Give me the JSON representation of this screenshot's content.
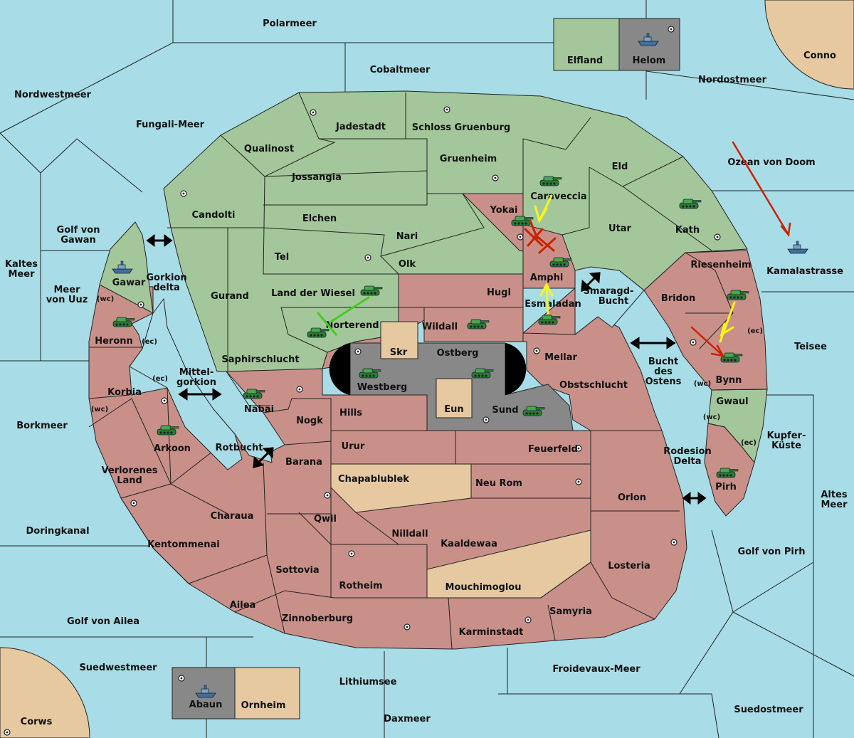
{
  "colors": {
    "sea": "#a8dce6",
    "green": "#a3c79b",
    "red": "#c99089",
    "tan": "#e6c9a0",
    "grey": "#888888",
    "black": "#000000",
    "tank": "#3c9a3c",
    "ship": "#406f9c",
    "order_red": "#cc2200",
    "order_yellow": "#f6f61a",
    "order_green": "#44cc22"
  },
  "seas": {
    "polarmeer": "Polarmeer",
    "cobaltmeer": "Cobaltmeer",
    "nordostmeer": "Nordostmeer",
    "nordwestmeer": "Nordwestmeer",
    "fungali": "Fungali-Meer",
    "ozean_doom": "Ozean von Doom",
    "kamalastrasse": "Kamalastrasse",
    "golf_gawan_1": "Golf von",
    "golf_gawan_2": "Gawan",
    "kaltes_1": "Kaltes",
    "kaltes_2": "Meer",
    "meer_uuz_1": "Meer",
    "meer_uuz_2": "von Uuz",
    "gorkion_1": "Gorkion",
    "gorkion_2": "delta",
    "smaragd_1": "Smaragd-",
    "smaragd_2": "Bucht",
    "teisee": "Teisee",
    "bucht_1": "Bucht",
    "bucht_2": "des",
    "bucht_3": "Ostens",
    "mittel_1": "Mittel-",
    "mittel_2": "gorkion",
    "borkmeer": "Borkmeer",
    "kupfer_1": "Kupfer-",
    "kupfer_2": "Küste",
    "rotbucht": "Rotbucht",
    "rodesion_1": "Rodesion",
    "rodesion_2": "Delta",
    "altes_1": "Altes",
    "altes_2": "Meer",
    "doringkanal": "Doringkanal",
    "golf_pirh": "Golf von Pirh",
    "golf_ailea": "Golf von Ailea",
    "suedwestmeer": "Suedwestmeer",
    "lithiumsee": "Lithiumsee",
    "froidevaux": "Froidevaux-Meer",
    "daxmeer": "Daxmeer",
    "suedostmeer": "Suedostmeer"
  },
  "lands": {
    "conno": "Conno",
    "corws": "Corws",
    "elfland": "Elfland",
    "helom": "Helom",
    "abaun": "Abaun",
    "ornheim": "Ornheim",
    "jadestadt": "Jadestadt",
    "schloss": "Schloss Gruenburg",
    "qualinost": "Qualinost",
    "gruenheim": "Gruenheim",
    "eld": "Eld",
    "jossangia": "Jossangia",
    "caraveccia": "Caraveccia",
    "candolti": "Candolti",
    "yokai": "Yokai",
    "elchen": "Elchen",
    "kath": "Kath",
    "nari": "Nari",
    "utar": "Utar",
    "tel": "Tel",
    "olk": "Olk",
    "amphi": "Amphi",
    "riesenheim": "Riesenheim",
    "gawar": "Gawar",
    "gurand": "Gurand",
    "land_wiesel": "Land der Wiesel",
    "hugl": "Hugl",
    "bridon": "Bridon",
    "esmaladan": "Esmaladan",
    "heronn": "Heronn",
    "norterend": "Norterend",
    "wildall": "Wildall",
    "skr": "Skr",
    "ostberg": "Ostberg",
    "mellar": "Mellar",
    "saphirschlucht": "Saphirschlucht",
    "bynn": "Bynn",
    "westberg": "Westberg",
    "korbia": "Korbia",
    "obstschlucht": "Obstschlucht",
    "gwaul": "Gwaul",
    "nabai": "Nabai",
    "hills": "Hills",
    "eun": "Eun",
    "sund": "Sund",
    "nogk": "Nogk",
    "arkoon": "Arkoon",
    "urur": "Urur",
    "feuerfeld": "Feuerfeld",
    "barana": "Barana",
    "pirh": "Pirh",
    "verlorenes_1": "Verlorenes",
    "verlorenes_2": "Land",
    "chapablublek": "Chapablublek",
    "neu_rom": "Neu Rom",
    "orlon": "Orlon",
    "charaua": "Charaua",
    "qwil": "Qwil",
    "nilldall": "Nilldall",
    "kentommenai": "Kentommenai",
    "kaaldewaa": "Kaaldewaa",
    "losteria": "Losteria",
    "sottovia": "Sottovia",
    "rotheim": "Rotheim",
    "mouchimoglou": "Mouchimoglou",
    "ailea": "Ailea",
    "samyria": "Samyria",
    "zinnoberburg": "Zinnoberburg",
    "karminstadt": "Karminstadt"
  },
  "coasts": {
    "wc": "(wc)",
    "ec": "(ec)"
  }
}
